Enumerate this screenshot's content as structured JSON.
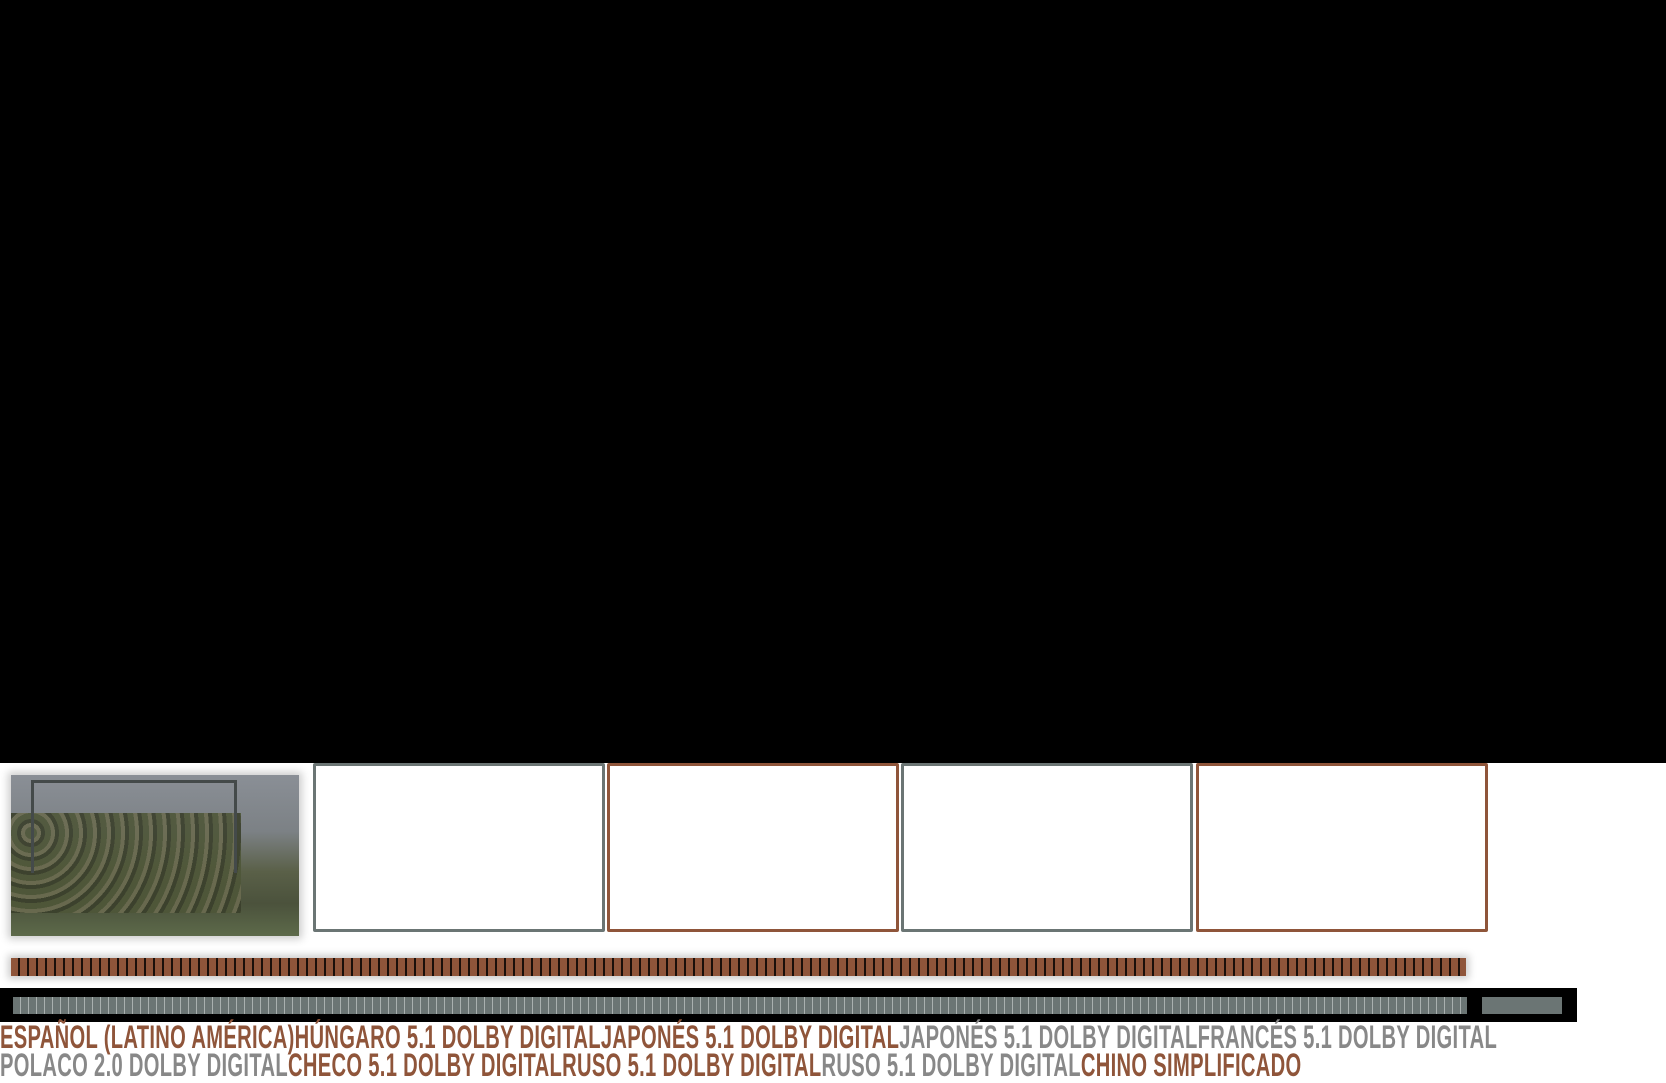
{
  "colors": {
    "accent": "#8f553a",
    "neutral": "#6b7574",
    "text_gray": "#888888"
  },
  "thumbnails": [
    {
      "kind": "image",
      "icon": "soldiers-in-truck-image"
    },
    {
      "kind": "empty",
      "border": "gray"
    },
    {
      "kind": "empty",
      "border": "orange"
    },
    {
      "kind": "empty",
      "border": "gray"
    },
    {
      "kind": "empty",
      "border": "orange"
    }
  ],
  "audio_tracks": {
    "row1": [
      {
        "label": "ESPAÑOL (LATINO AMÉRICA)",
        "color": "orange"
      },
      {
        "label": "HÚNGARO 5.1 DOLBY DIGITAL",
        "color": "orange"
      },
      {
        "label": "JAPONÉS 5.1 DOLBY DIGITAL",
        "color": "orange"
      },
      {
        "label": "JAPONÉS 5.1 DOLBY DIGITAL",
        "color": "gray"
      },
      {
        "label": "FRANCÉS 5.1 DOLBY DIGITAL",
        "color": "gray"
      }
    ],
    "row2": [
      {
        "label": "POLACO 2.0 DOLBY DIGITAL",
        "color": "gray"
      },
      {
        "label": "CHECO 5.1 DOLBY DIGITAL",
        "color": "orange"
      },
      {
        "label": "RUSO 5.1 DOLBY DIGITAL",
        "color": "orange"
      },
      {
        "label": "RUSO 5.1 DOLBY DIGITAL",
        "color": "gray"
      },
      {
        "label": "CHINO SIMPLIFICADO",
        "color": "orange"
      }
    ]
  }
}
